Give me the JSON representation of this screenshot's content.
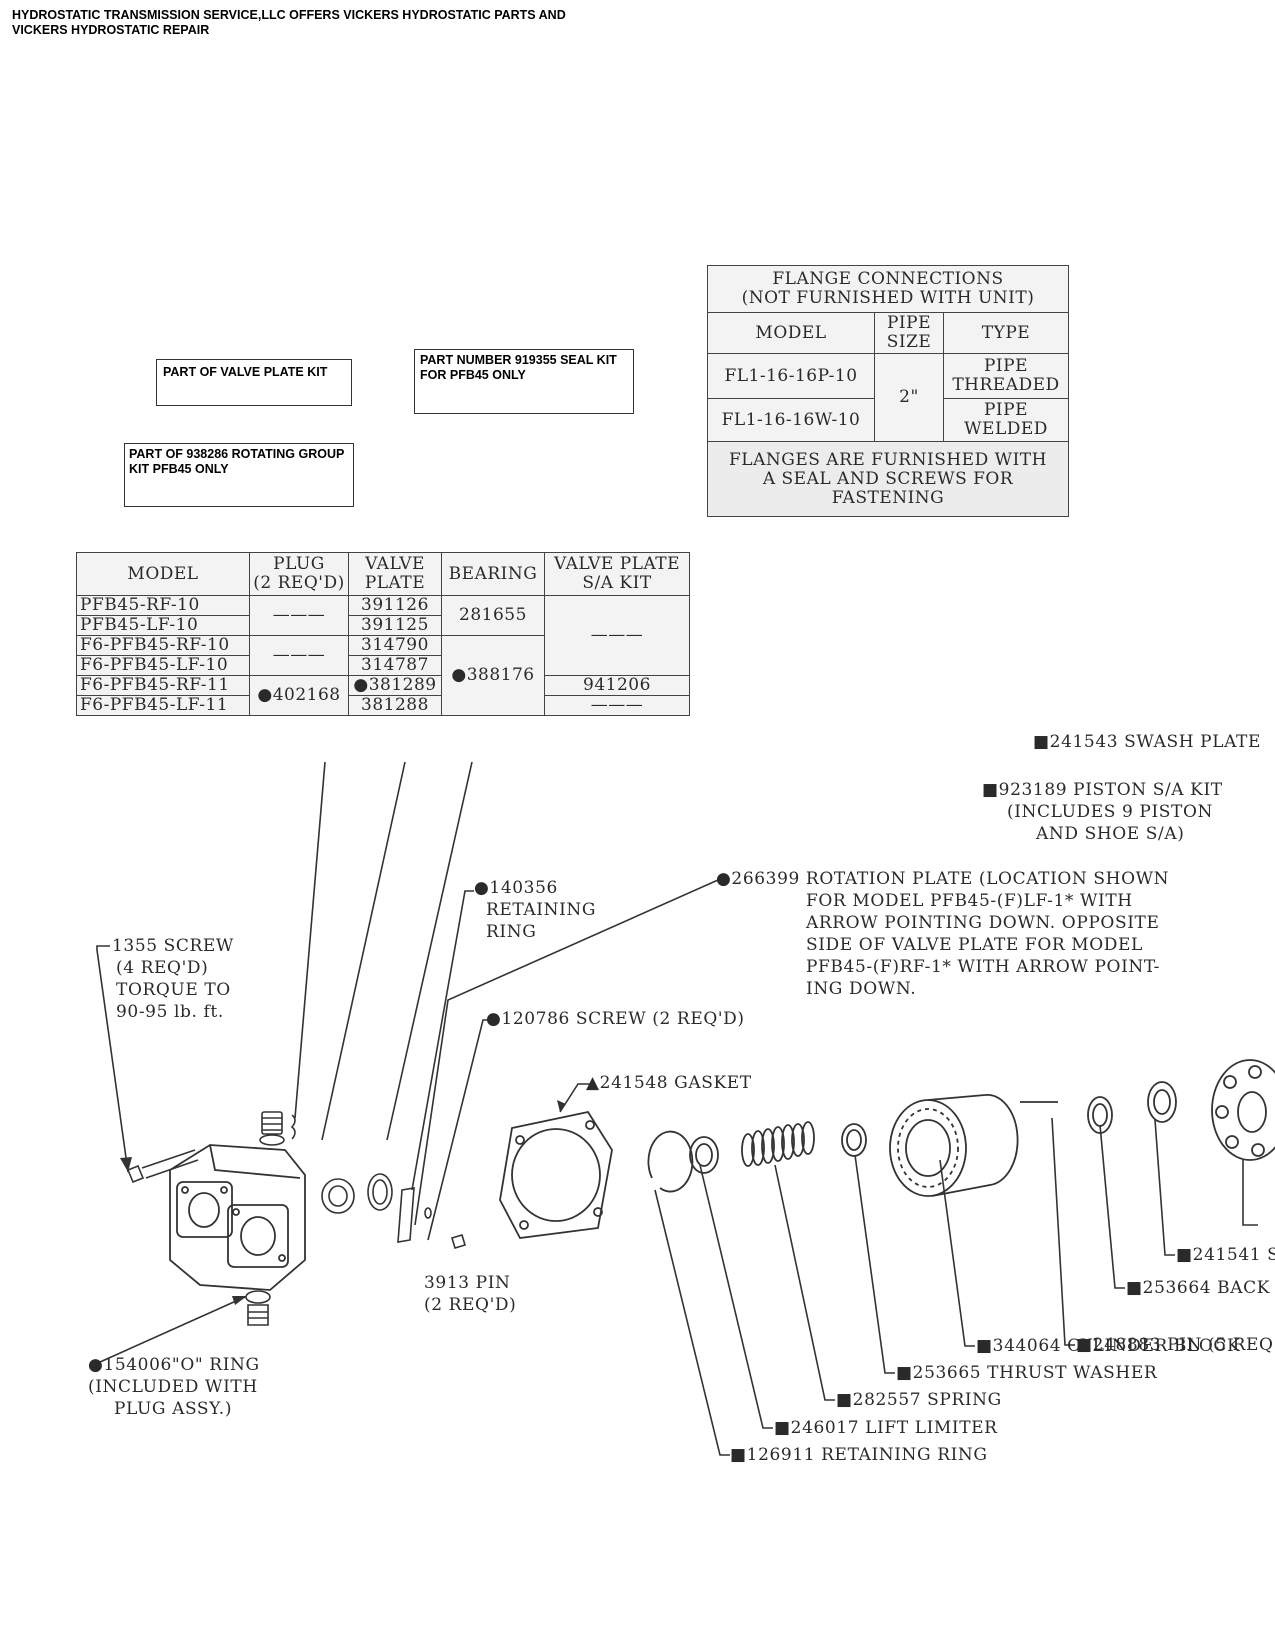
{
  "header": {
    "line1": "HYDROSTATIC TRANSMISSION SERVICE,LLC OFFERS VICKERS HYDROSTATIC PARTS AND",
    "line2": "VICKERS HYDROSTATIC REPAIR"
  },
  "notes": {
    "valve_plate_kit": "PART OF VALVE PLATE KIT",
    "seal_kit": [
      "PART NUMBER 919355 SEAL KIT",
      "FOR PFB45 ONLY"
    ],
    "rotating_group": [
      "PART OF 938286 ROTATING GROUP",
      "KIT PFB45 ONLY"
    ]
  },
  "flange_table": {
    "title": [
      "FLANGE CONNECTIONS",
      "(NOT FURNISHED WITH UNIT)"
    ],
    "col_model": "MODEL",
    "col_pipe": [
      "PIPE",
      "SIZE"
    ],
    "col_type": "TYPE",
    "rows": [
      {
        "model": "FL1-16-16P-10",
        "type": [
          "PIPE",
          "THREADED"
        ]
      },
      {
        "model": "FL1-16-16W-10",
        "type": [
          "PIPE",
          "WELDED"
        ]
      }
    ],
    "pipe_size": "2\"",
    "footer": [
      "FLANGES ARE FURNISHED WITH",
      "A SEAL AND SCREWS FOR",
      "FASTENING"
    ]
  },
  "model_table": {
    "headers": {
      "model": "MODEL",
      "plug": [
        "PLUG",
        "(2 REQ'D)"
      ],
      "valve_plate": [
        "VALVE",
        "PLATE"
      ],
      "bearing": "BEARING",
      "kit": [
        "VALVE PLATE",
        "S/A KIT"
      ]
    },
    "models": [
      "PFB45-RF-10",
      "PFB45-LF-10",
      "F6-PFB45-RF-10",
      "F6-PFB45-LF-10",
      "F6-PFB45-RF-11",
      "F6-PFB45-LF-11"
    ],
    "valve_plates": [
      "391126",
      "391125",
      "314790",
      "314787",
      "●381289",
      "381288"
    ],
    "plug_dash": "———",
    "plug_value": "●402168",
    "bearing_1": "281655",
    "bearing_2": "●388176",
    "kit_dash": "———",
    "kit_value": "941206"
  },
  "labels": {
    "swash_plate": "■241543 SWASH PLATE",
    "piston": [
      "■923189 PISTON S/A KIT",
      "(INCLUDES 9 PISTON",
      "AND SHOE S/A)"
    ],
    "retaining_ring_140356": [
      "●140356",
      "RETAINING",
      "RING"
    ],
    "rotation_plate": [
      "●266399 ROTATION PLATE (LOCATION SHOWN",
      "FOR  MODEL  PFB45-(F)LF-1*  WITH",
      "ARROW POINTING DOWN.  OPPOSITE",
      "SIDE OF VALVE PLATE FOR MODEL",
      "PFB45-(F)RF-1*  WITH ARROW POINT-",
      "ING DOWN."
    ],
    "screw_1355": [
      "1355 SCREW",
      "(4 REQ'D)",
      "TORQUE  TO",
      "90-95 lb.  ft."
    ],
    "screw_120786": "●120786 SCREW (2 REQ'D)",
    "gasket": "▲241548 GASKET",
    "pin_3913": [
      "3913 PIN",
      "(2 REQ'D)"
    ],
    "o_ring": [
      "●154006\"O\" RING",
      "(INCLUDED WITH",
      "PLUG ASSY.)"
    ],
    "part_241541": "■241541 S",
    "back": "■253664 BACK",
    "pin_248883": "■248883 PIN (5 REQ",
    "cylinder_block": "■344064 CYLINDER BLOCK",
    "thrust_washer": "■253665 THRUST WASHER",
    "spring": "■282557 SPRING",
    "lift_limiter": "■246017 LIFT LIMITER",
    "retaining_ring_126911": "■126911 RETAINING RING"
  }
}
